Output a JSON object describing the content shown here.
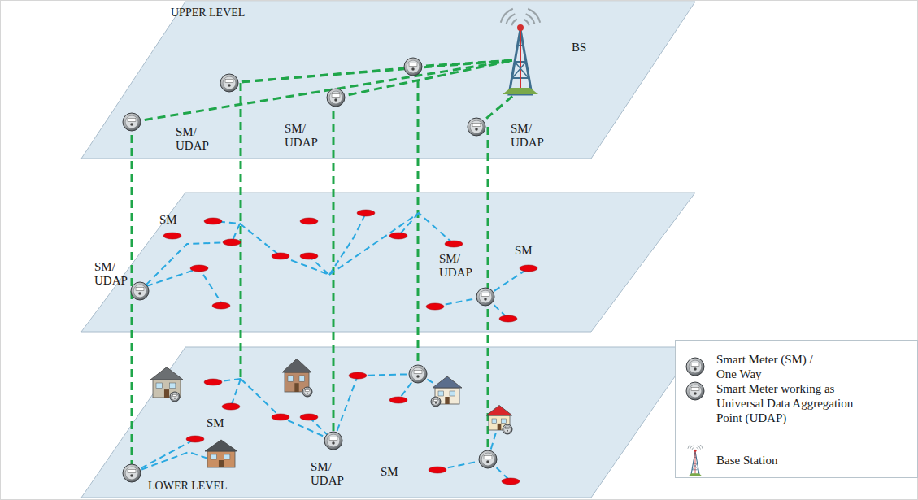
{
  "diagram": {
    "labels": [
      "UPPER LEVEL",
      "SM/ UDAP",
      "SM/ UDAP",
      "SM/ UDAP",
      "BS",
      "SM",
      "SM/ UDAP",
      "SM/ UDAP",
      "SM",
      "SM",
      "SM/ UDAP",
      "SM",
      "LOWER LEVEL"
    ],
    "legend": [
      {
        "text": "Smart Meter (SM) / One Way"
      },
      {
        "text": "Smart Meter working as Universal Data Aggregation Point (UDAP)"
      },
      {
        "text": "Base Station"
      }
    ]
  }
}
